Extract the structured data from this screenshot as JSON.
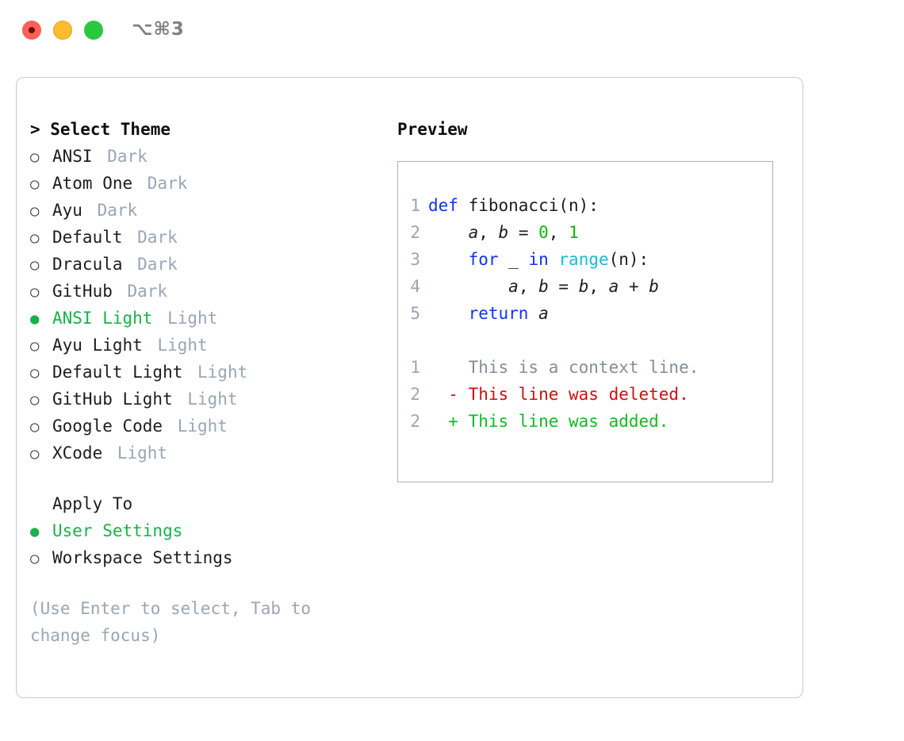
{
  "titlebar": {
    "title": "⌥⌘3",
    "buttons": [
      {
        "name": "close",
        "color": "#ff5f57"
      },
      {
        "name": "minimize",
        "color": "#febc2e"
      },
      {
        "name": "zoom",
        "color": "#28c840"
      }
    ]
  },
  "theme_panel": {
    "heading": "> Select Theme",
    "marker_selected": "●",
    "marker_unselected": "○",
    "items": [
      {
        "name": "ANSI",
        "kind": "Dark",
        "selected": false
      },
      {
        "name": "Atom One",
        "kind": "Dark",
        "selected": false
      },
      {
        "name": "Ayu",
        "kind": "Dark",
        "selected": false
      },
      {
        "name": "Default",
        "kind": "Dark",
        "selected": false
      },
      {
        "name": "Dracula",
        "kind": "Dark",
        "selected": false
      },
      {
        "name": "GitHub",
        "kind": "Dark",
        "selected": false
      },
      {
        "name": "ANSI Light",
        "kind": "Light",
        "selected": true
      },
      {
        "name": "Ayu Light",
        "kind": "Light",
        "selected": false
      },
      {
        "name": "Default Light",
        "kind": "Light",
        "selected": false
      },
      {
        "name": "GitHub Light",
        "kind": "Light",
        "selected": false
      },
      {
        "name": "Google Code",
        "kind": "Light",
        "selected": false
      },
      {
        "name": "XCode",
        "kind": "Light",
        "selected": false
      }
    ]
  },
  "apply_to": {
    "heading": "Apply To",
    "items": [
      {
        "name": "User Settings",
        "selected": true
      },
      {
        "name": "Workspace Settings",
        "selected": false
      }
    ]
  },
  "hint": "(Use Enter to select, Tab to change focus)",
  "preview": {
    "heading": "Preview",
    "code_lines": [
      {
        "no": "1",
        "tokens": [
          {
            "t": "def ",
            "c": "kw"
          },
          {
            "t": "fibonacci(n):",
            "c": "plain"
          }
        ]
      },
      {
        "no": "2",
        "tokens": [
          {
            "t": "    ",
            "c": "plain"
          },
          {
            "t": "a",
            "c": "id"
          },
          {
            "t": ", ",
            "c": "plain"
          },
          {
            "t": "b",
            "c": "id"
          },
          {
            "t": " = ",
            "c": "plain"
          },
          {
            "t": "0",
            "c": "num"
          },
          {
            "t": ", ",
            "c": "plain"
          },
          {
            "t": "1",
            "c": "num"
          }
        ]
      },
      {
        "no": "3",
        "tokens": [
          {
            "t": "    ",
            "c": "plain"
          },
          {
            "t": "for",
            "c": "kw"
          },
          {
            "t": " _ ",
            "c": "plain"
          },
          {
            "t": "in",
            "c": "kw"
          },
          {
            "t": " ",
            "c": "plain"
          },
          {
            "t": "range",
            "c": "fn"
          },
          {
            "t": "(n):",
            "c": "plain"
          }
        ]
      },
      {
        "no": "4",
        "tokens": [
          {
            "t": "        ",
            "c": "plain"
          },
          {
            "t": "a",
            "c": "id"
          },
          {
            "t": ", ",
            "c": "plain"
          },
          {
            "t": "b",
            "c": "id"
          },
          {
            "t": " = ",
            "c": "plain"
          },
          {
            "t": "b",
            "c": "id"
          },
          {
            "t": ", ",
            "c": "plain"
          },
          {
            "t": "a",
            "c": "id"
          },
          {
            "t": " + ",
            "c": "plain"
          },
          {
            "t": "b",
            "c": "id"
          }
        ]
      },
      {
        "no": "5",
        "tokens": [
          {
            "t": "    ",
            "c": "plain"
          },
          {
            "t": "return",
            "c": "kw"
          },
          {
            "t": " ",
            "c": "plain"
          },
          {
            "t": "a",
            "c": "id"
          }
        ]
      }
    ],
    "diff_lines": [
      {
        "no": "1",
        "sign": "  ",
        "text": "This is a context line.",
        "kind": "ctx"
      },
      {
        "no": "2",
        "sign": "- ",
        "text": "This line was deleted.",
        "kind": "del"
      },
      {
        "no": "2",
        "sign": "+ ",
        "text": "This line was added.",
        "kind": "add"
      }
    ]
  },
  "colors": {
    "accent_green": "#18b24a",
    "muted_gray": "#9aa5b4",
    "keyword_blue": "#1133ee",
    "number_green": "#11b511",
    "function_cyan": "#16bdd4",
    "diff_delete_red": "#cc1111",
    "diff_add_green": "#11bb22",
    "panel_border": "#c4c9d2",
    "preview_border": "#a8b2c0"
  }
}
